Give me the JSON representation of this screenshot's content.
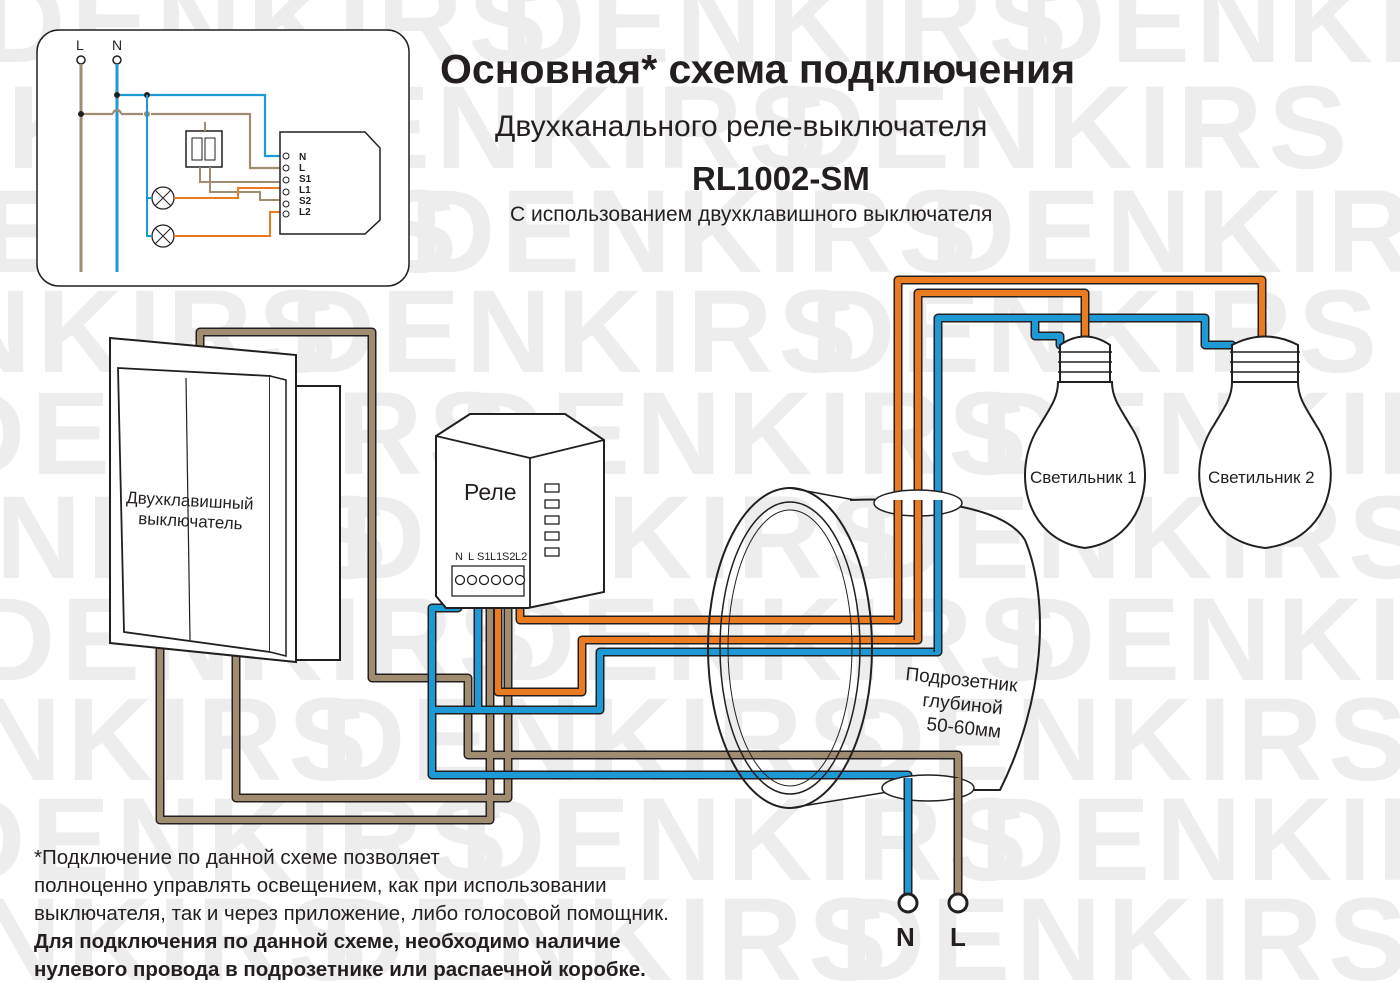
{
  "title": "Основная* схема подключения",
  "subtitle": "Двухканального реле-выключателя",
  "model": "RL1002-SM",
  "usage": "С использованием двухклавишного выключателя",
  "watermark": "DENKIRS",
  "labels": {
    "switch_line1": "Двухклавишный",
    "switch_line2": "выключатель",
    "relay": "Реле",
    "relay_terminals": [
      "N",
      "L",
      "S1",
      "L1",
      "S2",
      "L2"
    ],
    "lamp1": "Светильник 1",
    "lamp2": "Светильник 2",
    "box_line1": "Подрозетник",
    "box_line2": "глубиной",
    "box_line3": "50-60мм",
    "terminal_n": "N",
    "terminal_l": "L"
  },
  "mini_schematic": {
    "top_l": "L",
    "top_n": "N",
    "terminals": [
      "N",
      "L",
      "S1",
      "L1",
      "S2",
      "L2"
    ]
  },
  "note": {
    "line1": "*Подключение по данной схеме позволяет",
    "line2": "полноценно управлять освещением, как при использовании",
    "line3": "выключателя, так и через приложение, либо голосовой помощник.",
    "bold_line1": "Для подключения по данной схеме, необходимо наличие",
    "bold_line2": "нулевого провода в подрозетнике или распаечной коробке."
  },
  "colors": {
    "phase_brown": "#a08c70",
    "neutral_blue": "#1d9ad6",
    "switched_orange": "#ea7c1f",
    "outline": "#231f20",
    "watermark": "#ececec"
  }
}
